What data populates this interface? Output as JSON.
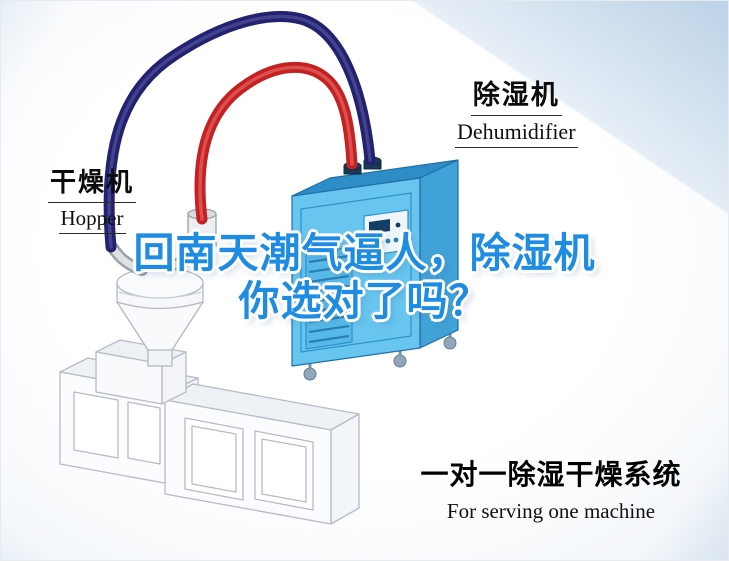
{
  "labels": {
    "hopper": {
      "zh": "干燥机",
      "en": "Hopper"
    },
    "dehumidifier": {
      "zh": "除湿机",
      "en": "Dehumidifier"
    }
  },
  "headline": {
    "line1": "回南天潮气逼人，除湿机",
    "line2": "你选对了吗？",
    "text_color": "#1e8ce2"
  },
  "caption": {
    "zh": "一对一除湿干燥系统",
    "en": "For serving one machine"
  },
  "illustration": {
    "hoses": {
      "supply_hose_color": "#c42222",
      "return_hose_color": "#232270"
    },
    "dehumidifier_unit": {
      "body_front_color": "#68c5ef",
      "body_side_color": "#41a2d8",
      "body_top_color": "#2e8cc6"
    },
    "machine_outline_color": "#b6bcc5"
  }
}
